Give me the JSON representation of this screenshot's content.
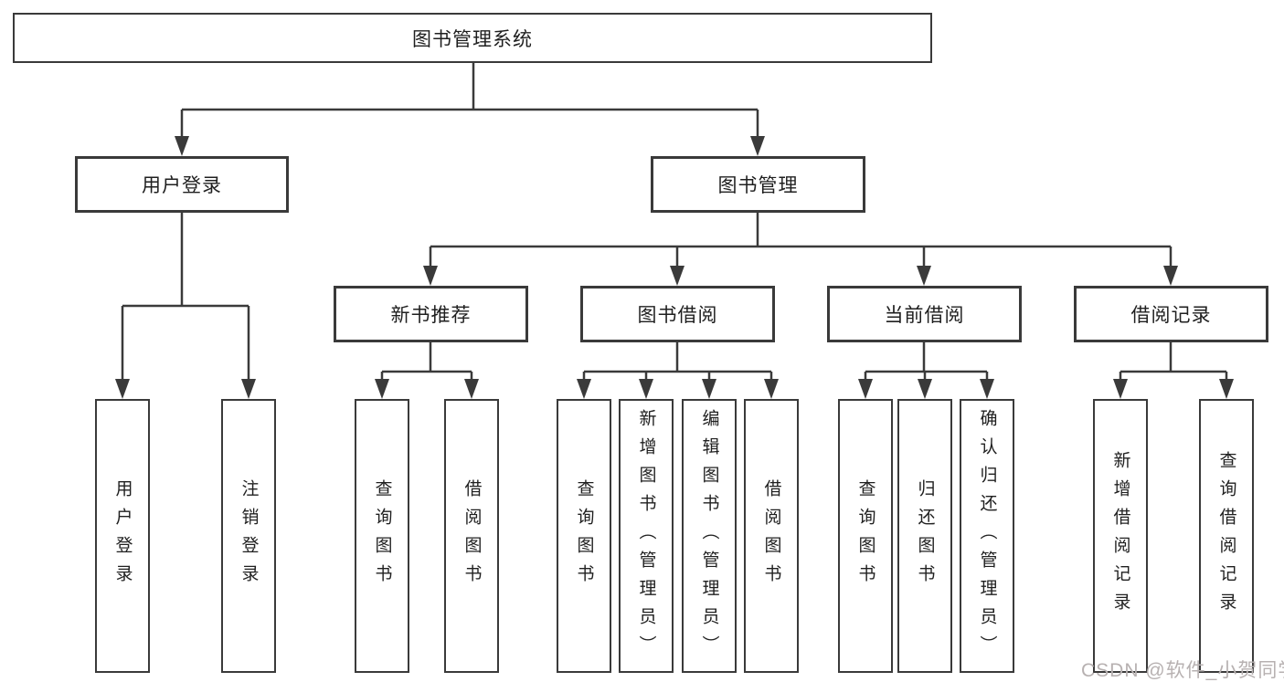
{
  "diagram_type": "functional-structure-tree",
  "colors": {
    "line": "#3a3a3a",
    "box_border": "#3a3a3a",
    "text": "#1f1f1f",
    "background": "#ffffff",
    "watermark": "#b7b1b1"
  },
  "watermark": {
    "text": "CSDN @软件_小贺同学"
  },
  "hierarchy": {
    "label": "图书管理系统",
    "children": [
      {
        "label": "用户登录",
        "children": [
          {
            "label": "用户登录"
          },
          {
            "label": "注销登录"
          }
        ]
      },
      {
        "label": "图书管理",
        "children": [
          {
            "label": "新书推荐",
            "children": [
              {
                "label": "查询图书"
              },
              {
                "label": "借阅图书"
              }
            ]
          },
          {
            "label": "图书借阅",
            "children": [
              {
                "label": "查询图书"
              },
              {
                "label": "新增图书（管理员）"
              },
              {
                "label": "编辑图书（管理员）"
              },
              {
                "label": "借阅图书"
              }
            ]
          },
          {
            "label": "当前借阅",
            "children": [
              {
                "label": "查询图书"
              },
              {
                "label": "归还图书"
              },
              {
                "label": "确认归还（管理员）"
              }
            ]
          },
          {
            "label": "借阅记录",
            "children": [
              {
                "label": "新增借阅记录"
              },
              {
                "label": "查询借阅记录"
              }
            ]
          }
        ]
      }
    ]
  }
}
